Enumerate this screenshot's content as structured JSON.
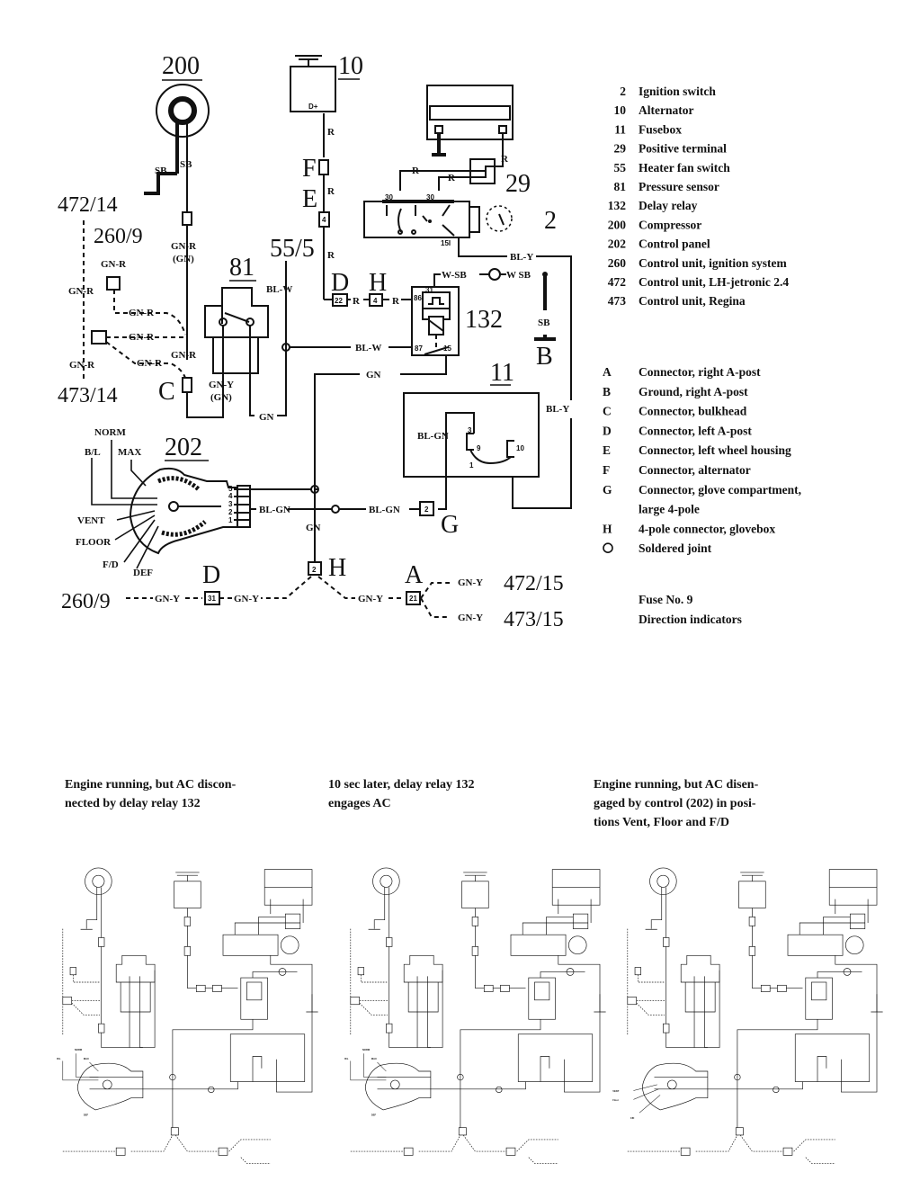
{
  "components": {
    "compressor": {
      "id": "200"
    },
    "alternator": {
      "id": "10",
      "terminal": "D+"
    },
    "ignition_switch": {
      "id": "2",
      "pins": [
        "30",
        "30",
        "15I"
      ]
    },
    "positive_terminal": {
      "id": "29"
    },
    "pressure_sensor": {
      "id": "81"
    },
    "heater_fan_switch": {
      "id": "55/5"
    },
    "delay_relay": {
      "id": "132",
      "pins": [
        "31",
        "86",
        "87",
        "15"
      ]
    },
    "fusebox": {
      "id": "11",
      "pins": [
        "3",
        "9",
        "1",
        "10"
      ]
    },
    "control_panel": {
      "id": "202",
      "positions": [
        "NORM",
        "B/L",
        "MAX",
        "VENT",
        "FLOOR",
        "F/D",
        "DEF"
      ],
      "pins": [
        "5",
        "4",
        "3",
        "2",
        "1"
      ]
    },
    "ground_b": {
      "id": "B"
    }
  },
  "connectors": {
    "C": "C",
    "D": "D",
    "E": "E",
    "F": "F",
    "G": "G",
    "H": "H",
    "A": "A",
    "D_pin": "22",
    "H_pin": "4",
    "E_pin": "4",
    "G_pin": "2",
    "H2_pin": "2",
    "D2_pin": "31",
    "A_pin": "21"
  },
  "external_refs": {
    "r472_14": "472/14",
    "r260_9_top": "260/9",
    "r473_14": "473/14",
    "r260_9_bottom": "260/9",
    "r472_15": "472/15",
    "r473_15": "473/15"
  },
  "wire_colors": {
    "sb": "SB",
    "r": "R",
    "gn_r": "GN-R",
    "gn_r_gn": "(GN)",
    "gn_y": "GN-Y",
    "gn_y_gn": "(GN)",
    "gn": "GN",
    "bl_w": "BL-W",
    "bl_y": "BL-Y",
    "bl_gn": "BL-GN",
    "w_sb": "W-SB",
    "w_sb2": "W SB"
  },
  "legend_components": [
    {
      "num": "2",
      "desc": "Ignition switch"
    },
    {
      "num": "10",
      "desc": "Alternator"
    },
    {
      "num": "11",
      "desc": "Fusebox"
    },
    {
      "num": "29",
      "desc": "Positive terminal"
    },
    {
      "num": "55",
      "desc": "Heater fan switch"
    },
    {
      "num": "81",
      "desc": "Pressure sensor"
    },
    {
      "num": "132",
      "desc": "Delay relay"
    },
    {
      "num": "200",
      "desc": "Compressor"
    },
    {
      "num": "202",
      "desc": "Control panel"
    },
    {
      "num": "260",
      "desc": "Control unit, ignition system"
    },
    {
      "num": "472",
      "desc": "Control unit, LH-jetronic 2.4"
    },
    {
      "num": "473",
      "desc": "Control unit, Regina"
    }
  ],
  "legend_connectors": [
    {
      "key": "A",
      "desc": "Connector, right A-post"
    },
    {
      "key": "B",
      "desc": "Ground, right A-post"
    },
    {
      "key": "C",
      "desc": "Connector, bulkhead"
    },
    {
      "key": "D",
      "desc": "Connector, left A-post"
    },
    {
      "key": "E",
      "desc": "Connector, left wheel housing"
    },
    {
      "key": "F",
      "desc": "Connector, alternator"
    },
    {
      "key": "G",
      "desc": "Connector, glove compartment,"
    },
    {
      "key": "",
      "desc": "large 4-pole"
    },
    {
      "key": "H",
      "desc": "4-pole connector, glovebox"
    },
    {
      "key": "○",
      "desc": "Soldered joint"
    }
  ],
  "fuse_note": {
    "line1": "Fuse No. 9",
    "line2": "Direction indicators"
  },
  "captions": [
    "Engine running, but AC discon-\nnected by delay relay 132",
    "10 sec later, delay relay 132\nengages AC",
    "Engine running, but AC disen-\ngaged by control (202) in posi-\ntions Vent, Floor and F/D"
  ],
  "mini_labels": {
    "norm": "NORM",
    "bl": "B/L",
    "max": "MAX",
    "def": "DEF",
    "vent": "VENT",
    "floor": "Floor",
    "fd": "F/D"
  }
}
